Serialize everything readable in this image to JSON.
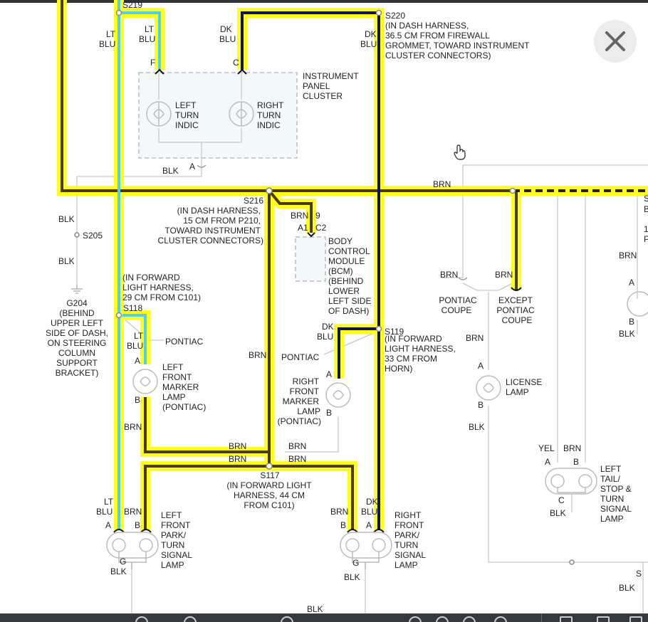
{
  "colors": {
    "highlight": "#ffff1a",
    "brown_wire": "#4a3a10",
    "dark_blue_wire": "#0d1560",
    "light_blue_wire": "#4fd0f0",
    "thin_wire": "#c8c8c8",
    "component_outline": "#bcbcbc",
    "close_button_bg": "#ececec",
    "bottom_bar": "#34393e"
  },
  "splices": {
    "s219": "S219",
    "s220": "S220",
    "s220_desc": [
      "(IN DASH HARNESS,",
      "36.5 CM FROM FIREWALL",
      "GROMMET, TOWARD INSTRUMENT",
      "CLUSTER CONNECTORS)"
    ],
    "s216": "S216",
    "s216_desc": [
      "(IN DASH HARNESS,",
      "15 CM FROM P210,",
      "TOWARD INSTRUMENT",
      "CLUSTER CONNECTORS)"
    ],
    "s205": "S205",
    "s118": "S118",
    "s118_desc": [
      "(IN FORWARD",
      "LIGHT HARNESS,",
      "29 CM FROM C101)"
    ],
    "s119": "S119",
    "s119_desc": [
      "(IN FORWARD",
      "LIGHT HARNESS,",
      "33 CM FROM",
      "HORN)"
    ],
    "s117": "S117",
    "s117_desc": [
      "(IN FORWARD LIGHT",
      "HARNESS, 44 CM",
      "FROM C101)"
    ]
  },
  "components": {
    "cluster": [
      "INSTRUMENT",
      "PANEL",
      "CLUSTER"
    ],
    "left_turn_indic": [
      "LEFT",
      "TURN",
      "INDIC"
    ],
    "right_turn_indic": [
      "RIGHT",
      "TURN",
      "INDIC"
    ],
    "bcm": [
      "BODY",
      "CONTROL",
      "MODULE",
      "(BCM)",
      "(BEHIND",
      "LOWER",
      "LEFT SIDE",
      "OF DASH)"
    ],
    "g204": [
      "G204",
      "(BEHIND",
      "UPPER LEFT",
      "SIDE OF DASH,",
      "ON STEERING",
      "COLUMN",
      "SUPPORT",
      "BRACKET)"
    ],
    "left_marker": [
      "LEFT",
      "FRONT",
      "MARKER",
      "LAMP",
      "(PONTIAC)"
    ],
    "right_marker": [
      "RIGHT",
      "FRONT",
      "MARKER",
      "LAMP",
      "(PONTIAC)"
    ],
    "left_park": [
      "LEFT",
      "FRONT",
      "PARK/",
      "TURN",
      "SIGNAL",
      "LAMP"
    ],
    "right_park": [
      "RIGHT",
      "FRONT",
      "PARK/",
      "TURN",
      "SIGNAL",
      "LAMP"
    ],
    "license": [
      "LICENSE",
      "LAMP"
    ],
    "left_tail": [
      "LEFT",
      "TAIL/",
      "STOP &",
      "TURN",
      "SIGNAL",
      "LAMP"
    ],
    "pontiac_coupe": [
      "PONTIAC",
      "COUPE"
    ],
    "except_pontiac_coupe": [
      "EXCEPT",
      "PONTIAC",
      "COUPE"
    ]
  },
  "wires": {
    "lt_blu": [
      "LT",
      "BLU"
    ],
    "dk_blu": [
      "DK",
      "BLU"
    ],
    "brn": "BRN",
    "blk": "BLK",
    "yel": "YEL"
  },
  "misc": {
    "pontiac": "PONTIAC",
    "pin_a": "A",
    "pin_b": "B",
    "pin_c": "C",
    "pin_f": "F",
    "pin_g": "G",
    "bcm_pin_9": "9",
    "bcm_conn_a1": "A1",
    "bcm_conn_c2": "C2",
    "edge_s": "S",
    "edge_b": "B",
    "edge_1": "1",
    "edge_p": "P"
  },
  "ui": {
    "close_icon": "close-icon",
    "cursor_icon": "hand-pointer-icon"
  }
}
